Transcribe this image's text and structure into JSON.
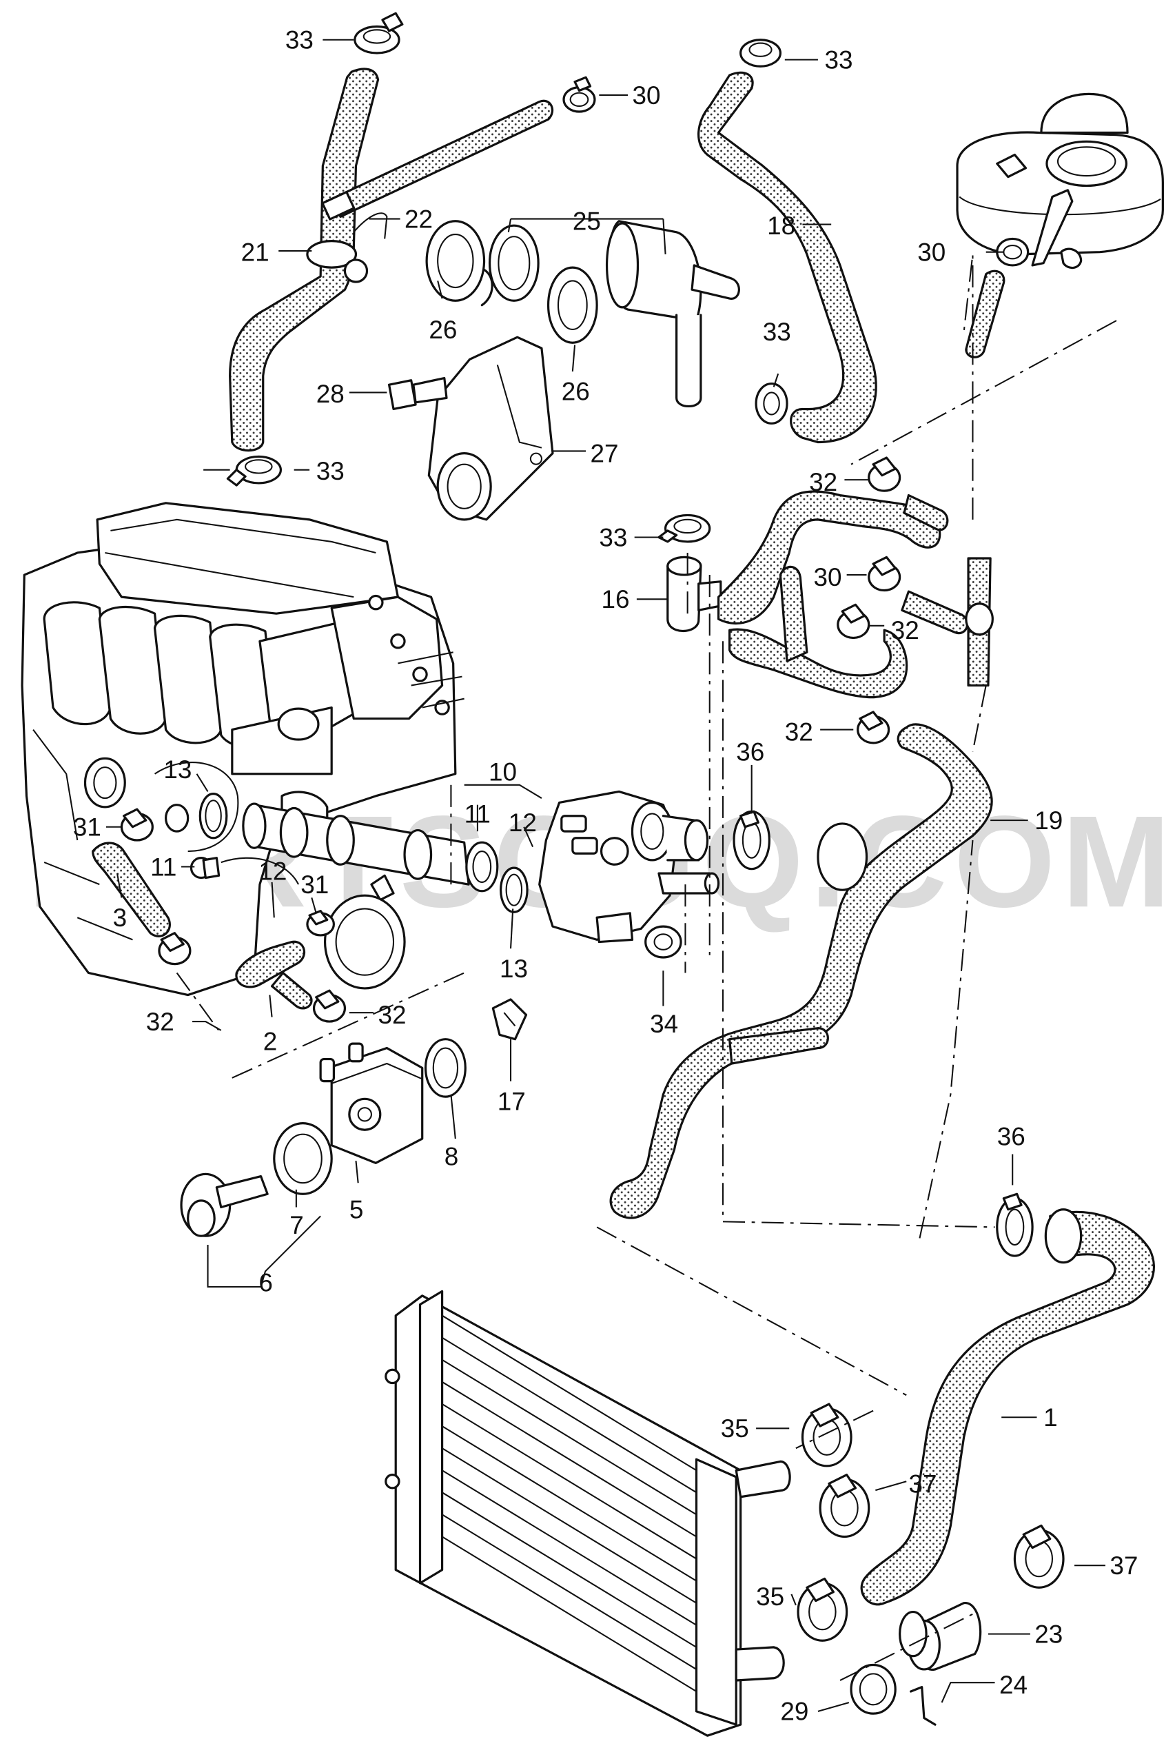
{
  "watermark": "PARTSOUQ.COM",
  "callouts": {
    "c33a": "33",
    "c30a": "30",
    "c33b": "33",
    "c22": "22",
    "c25": "25",
    "c18": "18",
    "c21": "21",
    "c30b": "30",
    "c26a": "26",
    "c26b": "26",
    "c33c": "33",
    "c28": "28",
    "c27": "27",
    "c33d": "33",
    "c32a": "32",
    "c33e": "33",
    "c30c": "30",
    "c16": "16",
    "c32b": "32",
    "c32c": "32",
    "c10": "10",
    "c36a": "36",
    "c13a": "13",
    "c11a": "11",
    "c12a": "12",
    "c19": "19",
    "c31a": "31",
    "c11b": "11",
    "c12b": "12",
    "c31b": "31",
    "c3": "3",
    "c13b": "13",
    "c32d": "32",
    "c2": "2",
    "c32e": "32",
    "c34": "34",
    "c17": "17",
    "c8": "8",
    "c7": "7",
    "c5": "5",
    "c6": "6",
    "c36b": "36",
    "c1": "1",
    "c35a": "35",
    "c37a": "37",
    "c37b": "37",
    "c35b": "35",
    "c23": "23",
    "c24": "24",
    "c29": "29"
  }
}
